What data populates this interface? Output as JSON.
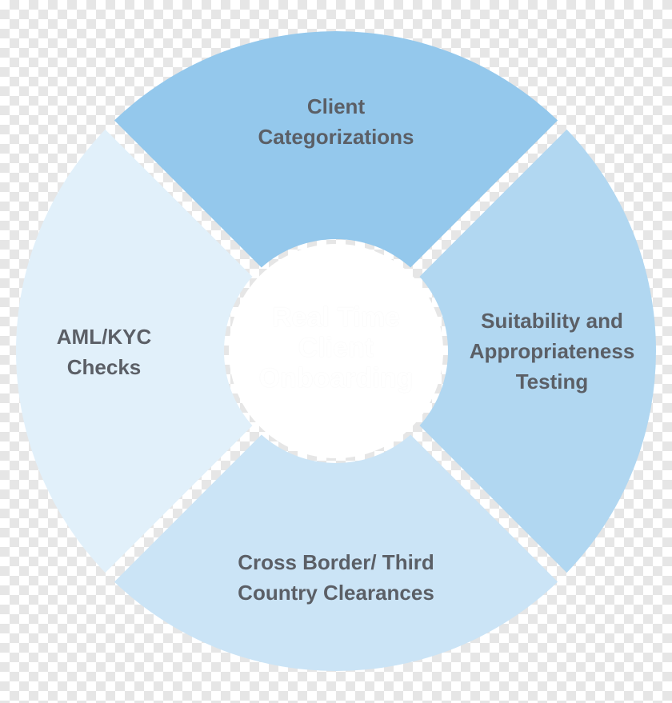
{
  "diagram": {
    "center_label": "Real Time\nClient\nOnboarding",
    "segments": [
      {
        "id": "top",
        "label": "Client\nCategorizations",
        "color": "#94c8ec"
      },
      {
        "id": "right",
        "label": "Suitability and\nAppropriateness\nTesting",
        "color": "#b1d7f1"
      },
      {
        "id": "bottom",
        "label": "Cross Border/ Third\nCountry Clearances",
        "color": "#cbe4f6"
      },
      {
        "id": "left",
        "label": "AML/KYC\nChecks",
        "color": "#e1f0fa"
      }
    ],
    "text_color": "#5b5f66",
    "center_color": "#ffffff"
  }
}
